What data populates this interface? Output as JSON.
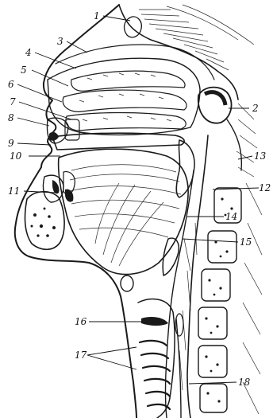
{
  "figure": {
    "labels": [
      {
        "id": "1",
        "text": "1"
      },
      {
        "id": "2",
        "text": "2"
      },
      {
        "id": "3",
        "text": "3"
      },
      {
        "id": "4",
        "text": "4"
      },
      {
        "id": "5",
        "text": "5"
      },
      {
        "id": "6",
        "text": "6"
      },
      {
        "id": "7",
        "text": "7"
      },
      {
        "id": "8",
        "text": "8"
      },
      {
        "id": "9",
        "text": "9"
      },
      {
        "id": "10",
        "text": "10"
      },
      {
        "id": "11",
        "text": "11"
      },
      {
        "id": "12",
        "text": "12"
      },
      {
        "id": "13",
        "text": "13"
      },
      {
        "id": "14",
        "text": "14"
      },
      {
        "id": "15",
        "text": "15"
      },
      {
        "id": "16",
        "text": "16"
      },
      {
        "id": "17",
        "text": "17"
      },
      {
        "id": "18",
        "text": "18"
      }
    ],
    "colors": {
      "ink": "#1a1a1a",
      "paper": "#ffffff"
    }
  }
}
